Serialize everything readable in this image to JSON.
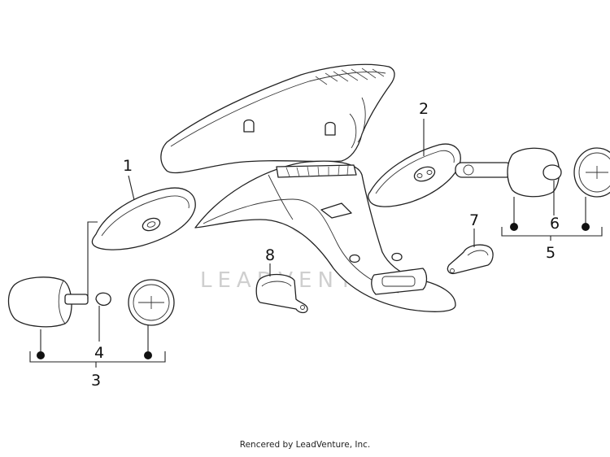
{
  "diagram": {
    "callouts": [
      {
        "id": "1",
        "text": "1"
      },
      {
        "id": "2",
        "text": "2"
      },
      {
        "id": "3",
        "text": "3"
      },
      {
        "id": "4",
        "text": "4"
      },
      {
        "id": "5",
        "text": "5"
      },
      {
        "id": "6",
        "text": "6"
      },
      {
        "id": "7",
        "text": "7"
      },
      {
        "id": "8",
        "text": "8"
      }
    ],
    "watermark": "LEADVENTURE"
  },
  "footer": {
    "text": "Rencered by LeadVenture, Inc."
  }
}
